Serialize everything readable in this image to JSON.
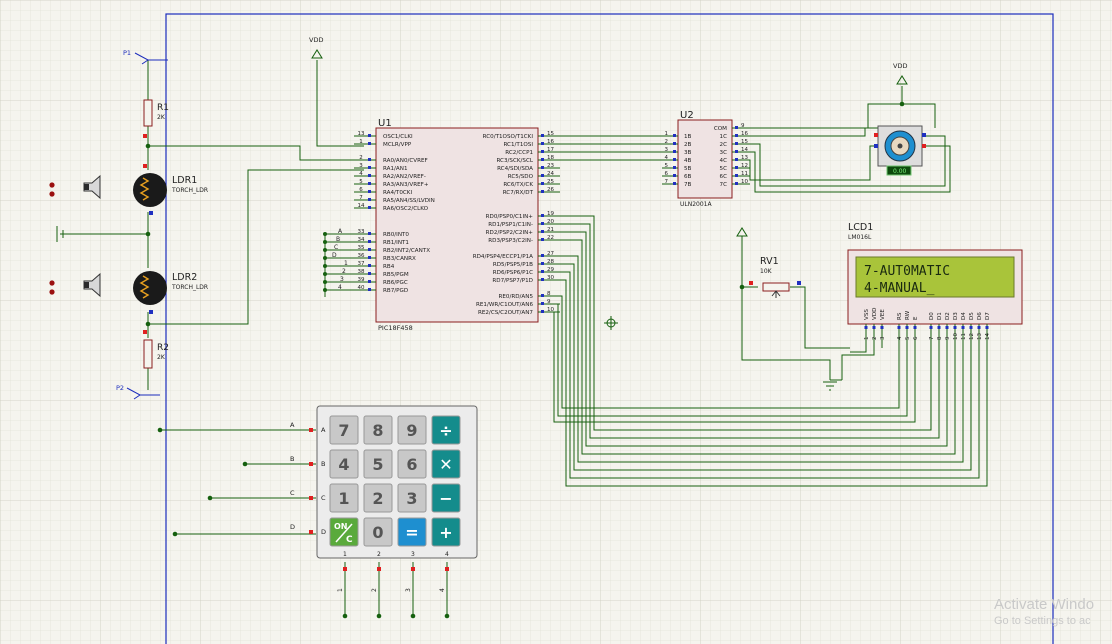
{
  "schematic": {
    "microcontroller": {
      "ref": "U1",
      "part": "PIC18F458",
      "left_pins": [
        {
          "num": "13",
          "name": "OSC1/CLKI"
        },
        {
          "num": "1",
          "name": "MCLR/VPP"
        },
        {
          "num": "2",
          "name": "RA0/AN0/CVREF"
        },
        {
          "num": "3",
          "name": "RA1/AN1"
        },
        {
          "num": "4",
          "name": "RA2/AN2/VREF-"
        },
        {
          "num": "5",
          "name": "RA3/AN3/VREF+"
        },
        {
          "num": "6",
          "name": "RA4/T0CKI"
        },
        {
          "num": "7",
          "name": "RA5/AN4/SS/LVDIN"
        },
        {
          "num": "14",
          "name": "RA6/OSC2/CLKO"
        },
        {
          "num": "33",
          "name": "RB0/INT0"
        },
        {
          "num": "34",
          "name": "RB1/INT1"
        },
        {
          "num": "35",
          "name": "RB2/INT2/CANTX"
        },
        {
          "num": "36",
          "name": "RB3/CANRX"
        },
        {
          "num": "37",
          "name": "RB4"
        },
        {
          "num": "38",
          "name": "RB5/PGM"
        },
        {
          "num": "39",
          "name": "RB6/PGC"
        },
        {
          "num": "40",
          "name": "RB7/PGD"
        }
      ],
      "right_pins": [
        {
          "num": "15",
          "name": "RC0/T1OSO/T1CKI"
        },
        {
          "num": "16",
          "name": "RC1/T1OSI"
        },
        {
          "num": "17",
          "name": "RC2/CCP1"
        },
        {
          "num": "18",
          "name": "RC3/SCK/SCL"
        },
        {
          "num": "23",
          "name": "RC4/SDI/SDA"
        },
        {
          "num": "24",
          "name": "RC5/SDO"
        },
        {
          "num": "25",
          "name": "RC6/TX/CK"
        },
        {
          "num": "26",
          "name": "RC7/RX/DT"
        },
        {
          "num": "19",
          "name": "RD0/PSP0/C1IN+"
        },
        {
          "num": "20",
          "name": "RD1/PSP1/C1IN-"
        },
        {
          "num": "21",
          "name": "RD2/PSP2/C2IN+"
        },
        {
          "num": "22",
          "name": "RD3/PSP3/C2IN-"
        },
        {
          "num": "27",
          "name": "RD4/PSP4/ECCP1/P1A"
        },
        {
          "num": "28",
          "name": "RD5/PSP5/P1B"
        },
        {
          "num": "29",
          "name": "RD6/PSP6/P1C"
        },
        {
          "num": "30",
          "name": "RD7/PSP7/P1D"
        },
        {
          "num": "8",
          "name": "RE0/RD/AN5"
        },
        {
          "num": "9",
          "name": "RE1/WR/C1OUT/AN6"
        },
        {
          "num": "10",
          "name": "RE2/CS/C2OUT/AN7"
        }
      ],
      "port_b_net_labels": [
        "A",
        "B",
        "C",
        "D",
        "1",
        "2",
        "3",
        "4"
      ]
    },
    "driver": {
      "ref": "U2",
      "part": "ULN2001A",
      "left_pins": [
        {
          "num": "1",
          "name": "1B"
        },
        {
          "num": "2",
          "name": "2B"
        },
        {
          "num": "3",
          "name": "3B"
        },
        {
          "num": "4",
          "name": "4B"
        },
        {
          "num": "5",
          "name": "5B"
        },
        {
          "num": "6",
          "name": "6B"
        },
        {
          "num": "7",
          "name": "7B"
        }
      ],
      "right_pins": [
        {
          "num": "9",
          "name": "COM"
        },
        {
          "num": "16",
          "name": "1C"
        },
        {
          "num": "15",
          "name": "2C"
        },
        {
          "num": "14",
          "name": "3C"
        },
        {
          "num": "13",
          "name": "4C"
        },
        {
          "num": "12",
          "name": "5C"
        },
        {
          "num": "11",
          "name": "6C"
        },
        {
          "num": "10",
          "name": "7C"
        }
      ]
    },
    "motor": {
      "readout": "0.00"
    },
    "power_labels": [
      "VDD",
      "VDD"
    ],
    "ldr1": {
      "ref": "LDR1",
      "part": "TORCH_LDR"
    },
    "ldr2": {
      "ref": "LDR2",
      "part": "TORCH_LDR"
    },
    "r1": {
      "ref": "R1",
      "value": "2K"
    },
    "r2": {
      "ref": "R2",
      "value": "2K"
    },
    "probes": [
      "P1",
      "P2"
    ],
    "pot": {
      "ref": "RV1",
      "value": "10K"
    },
    "lcd": {
      "ref": "LCD1",
      "part": "LM016L",
      "line1": "7-AUT0MATIC",
      "line2": "4-MANUAL_",
      "pins": [
        {
          "num": "1",
          "name": "VSS"
        },
        {
          "num": "2",
          "name": "VDD"
        },
        {
          "num": "3",
          "name": "VEE"
        },
        {
          "num": "4",
          "name": "RS"
        },
        {
          "num": "5",
          "name": "RW"
        },
        {
          "num": "6",
          "name": "E"
        },
        {
          "num": "7",
          "name": "D0"
        },
        {
          "num": "8",
          "name": "D1"
        },
        {
          "num": "9",
          "name": "D2"
        },
        {
          "num": "10",
          "name": "D3"
        },
        {
          "num": "11",
          "name": "D4"
        },
        {
          "num": "12",
          "name": "D5"
        },
        {
          "num": "13",
          "name": "D6"
        },
        {
          "num": "14",
          "name": "D7"
        }
      ]
    },
    "keypad": {
      "rows": [
        [
          "7",
          "8",
          "9",
          "÷"
        ],
        [
          "4",
          "5",
          "6",
          "✕"
        ],
        [
          "1",
          "2",
          "3",
          "−"
        ],
        [
          "ON/C",
          "0",
          "=",
          "+"
        ]
      ],
      "row_labels": [
        "A",
        "B",
        "C",
        "D"
      ],
      "col_labels": [
        "1",
        "2",
        "3",
        "4"
      ],
      "row_net_labels": [
        "A",
        "B",
        "C",
        "D"
      ],
      "col_net_labels": [
        "1",
        "2",
        "3",
        "4"
      ],
      "on_key_top": "ON",
      "on_key_bottom": "C"
    },
    "colors": {
      "wire": "#16600f",
      "component_outline": "#8a1e1e",
      "chip_fill": "#efe3e3",
      "pin_red": "#e02020",
      "pin_blue": "#2030c0",
      "lcd_screen": "#a9c43a",
      "lcd_text": "#1a2a10",
      "key_gray": "#c8c8c8",
      "key_teal": "#148c8c",
      "key_blue": "#1e8fd0",
      "key_green": "#5aaa3c",
      "border": "#1c2cbc"
    }
  },
  "watermark": {
    "line1": "Activate Windo",
    "line2": "Go to Settings to ac"
  }
}
